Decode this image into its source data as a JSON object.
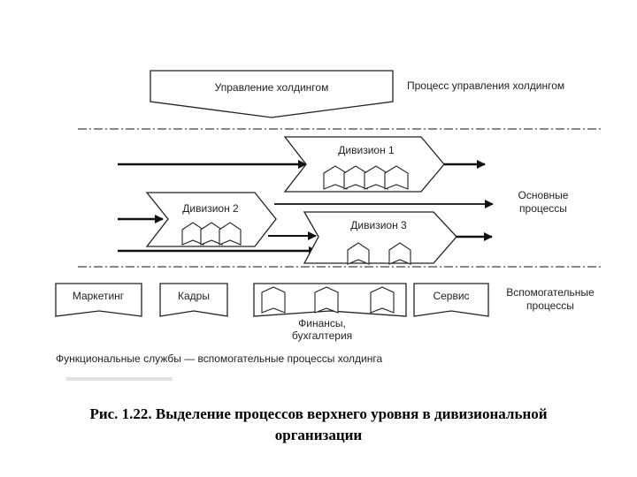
{
  "top": {
    "shape_label": "Управление холдингом",
    "side_label": "Процесс управления холдингом"
  },
  "divisions": [
    {
      "label": "Дивизион 1"
    },
    {
      "label": "Дивизион 2"
    },
    {
      "label": "Дивизион 3"
    }
  ],
  "main_processes": {
    "line1": "Основные",
    "line2": "процессы"
  },
  "support": {
    "marketing": "Маркетинг",
    "hr": "Кадры",
    "finance_line1": "Финансы,",
    "finance_line2": "бухгалтерия",
    "service": "Сервис",
    "label_line1": "Вспомогательные",
    "label_line2": "процессы"
  },
  "functional_note": "Функциональные службы — вспомогательные процессы холдинга",
  "caption": {
    "line1": "Рис. 1.22. Выделение процессов верхнего уровня в дивизиональной",
    "line2": "организации"
  }
}
